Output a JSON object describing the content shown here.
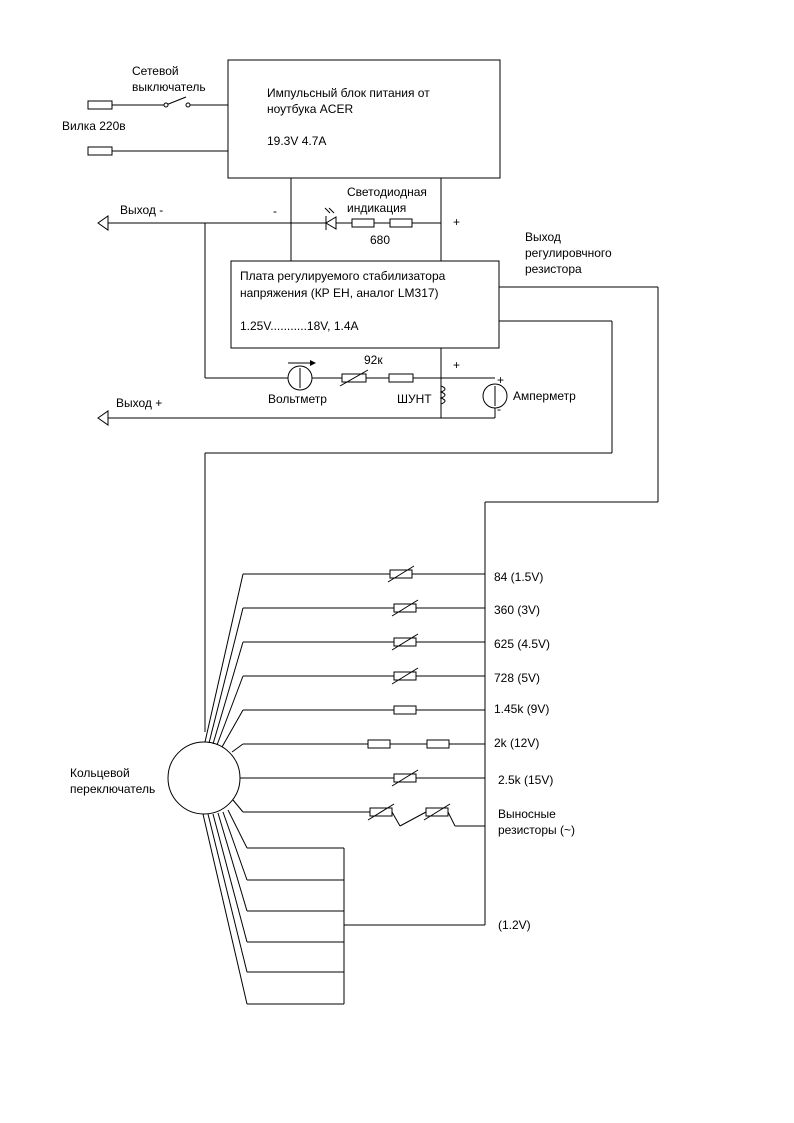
{
  "power_supply": {
    "title_line1": "Импульсный блок питания от",
    "title_line2": "ноутбука ACER",
    "rating": "19.3V 4.7A"
  },
  "mains": {
    "switch_line1": "Сетевой",
    "switch_line2": "выключатель",
    "plug": "Вилка 220в"
  },
  "led_indication": {
    "line1": "Светодиодная",
    "line2": "индикация",
    "resistor": "680",
    "minus": "-",
    "plus": "+"
  },
  "outputs": {
    "minus": "Выход -",
    "plus": "Выход +"
  },
  "regulator": {
    "title_line1": "Плата регулируемого стабилизатора",
    "title_line2": "напряжения (КР ЕН, аналог LM317)",
    "range": "1.25V...........18V, 1.4A"
  },
  "adjust_output": {
    "line1": "Выход",
    "line2": "регулировчного",
    "line3": "резистора"
  },
  "meters": {
    "voltmeter": "Вольтметр",
    "resistor_92k": "92к",
    "shunt": "ШУНТ",
    "ammeter": "Амперметр",
    "plus": "+",
    "amm_plus": "+",
    "amm_minus": "-"
  },
  "ring_switch": {
    "line1": "Кольцевой",
    "line2": "переключатель"
  },
  "positions": [
    "84 (1.5V)",
    "360 (3V)",
    "625 (4.5V)",
    "728 (5V)",
    "1.45k (9V)",
    "2k (12V)",
    "2.5k (15V)",
    "Выносные",
    "резисторы (~)",
    "(1.2V)"
  ]
}
